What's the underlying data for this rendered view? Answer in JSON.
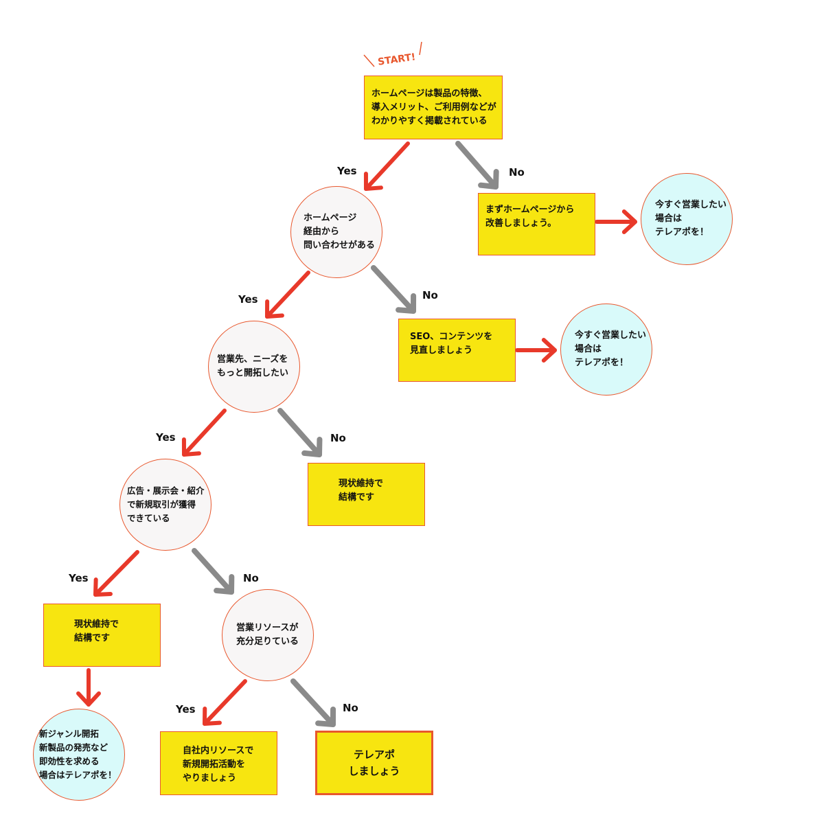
{
  "start_label": "START!",
  "edge_labels": {
    "yes": "Yes",
    "no": "No"
  },
  "colors": {
    "yes_arrow": "#e8392a",
    "no_arrow": "#8a8a8a",
    "box_fill": "#f7e510",
    "node_border": "#e8572d",
    "terminal_fill": "#d9fafa",
    "question_fill": "#f8f6f6"
  },
  "nodes": {
    "q_homepage": [
      "ホームページは製品の特徴、",
      "導入メリット、ご利用例などが",
      "わかりやすく掲載されている"
    ],
    "improve_homepage": [
      "まずホームページから",
      "改善しましょう。"
    ],
    "teleapo_circle_1": [
      "今すぐ営業したい",
      "場合は",
      "テレアポを！"
    ],
    "q_inquiries": [
      "ホームページ",
      "経由から",
      "問い合わせがある"
    ],
    "seo_box": [
      "SEO、コンテンツを",
      "見直しましょう"
    ],
    "teleapo_circle_2": [
      "今すぐ営業したい",
      "場合は",
      "テレアポを！"
    ],
    "q_expand": [
      "営業先、ニーズを",
      "もっと開拓したい"
    ],
    "keep_status_1": [
      "現状維持で",
      "結構です"
    ],
    "q_ads": [
      "広告・展示会・紹介",
      "で新規取引が獲得",
      "できている"
    ],
    "keep_status_2": [
      "現状維持で",
      "結構です"
    ],
    "q_resources": [
      "営業リソースが",
      "充分足りている"
    ],
    "new_genre": [
      "新ジャンル開拓",
      "新製品の発売など",
      "即効性を求める",
      "場合はテレアポを！"
    ],
    "inhouse": [
      "自社内リソースで",
      "新規開拓活動を",
      "やりましょう"
    ],
    "teleapo_final": [
      "テレアポ",
      "しましょう"
    ]
  }
}
